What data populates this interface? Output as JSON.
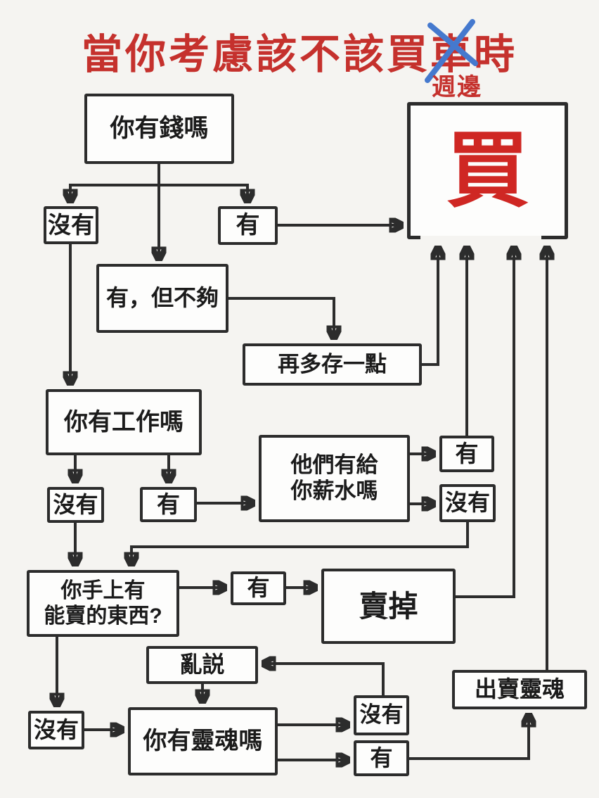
{
  "title": {
    "part1": "當你考慮該不該買",
    "crossed_char": "車",
    "part2": "時",
    "replacement": "週邊"
  },
  "colors": {
    "accent_red": "#c5312d",
    "cross_blue": "#4579ce",
    "line_dark": "#2c2c2c"
  },
  "nodes": {
    "q_money": "你有錢嗎",
    "money_no": "沒有",
    "money_yes": "有",
    "money_not_enough": "有，但不夠",
    "save_more": "再多存一點",
    "q_job": "你有工作嗎",
    "job_no": "沒有",
    "job_yes": "有",
    "q_salary_line1": "他們有給",
    "q_salary_line2": "你薪水嗎",
    "salary_yes": "有",
    "salary_no": "沒有",
    "q_sell_line1": "你手上有",
    "q_sell_line2": "能賣的東西?",
    "sell_yes": "有",
    "sell_it": "賣掉",
    "nonsense": "亂説",
    "sell_no": "沒有",
    "q_soul": "你有靈魂嗎",
    "soul_no": "沒有",
    "soul_yes": "有",
    "sell_soul": "出賣靈魂",
    "buy": "買"
  }
}
